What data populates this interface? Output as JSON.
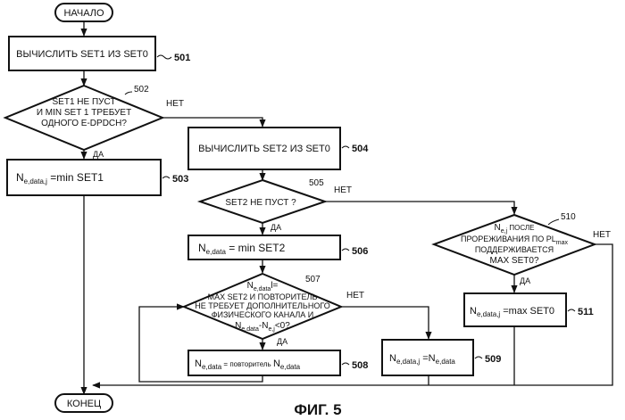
{
  "start_label": "НАЧАЛО",
  "end_label": "КОНЕЦ",
  "figure_caption": "ФИГ. 5",
  "boxes": {
    "b501": {
      "text": "ВЫЧИСЛИТЬ SET1 ИЗ SET0",
      "ref": "501"
    },
    "b503": {
      "main": "N",
      "sub": "e,data,j",
      "rest": " =min SET1",
      "ref": "503"
    },
    "b504": {
      "text": "ВЫЧИСЛИТЬ SET2 ИЗ SET0",
      "ref": "504"
    },
    "b506": {
      "main": "N",
      "sub": "e,data",
      "rest": " = min SET2",
      "ref": "506"
    },
    "b508": {
      "main": "N",
      "sub": "e,data",
      "mid": "  = повторитель  ",
      "main2": "N",
      "sub2": "e,data",
      "ref": "508"
    },
    "b509": {
      "main": "N",
      "sub": "e,data,j",
      "rest": " =N",
      "sub2": "e,data",
      "ref": "509"
    },
    "b511": {
      "main": "N",
      "sub": "e,data,j",
      "rest": " =max SET0",
      "ref": "511"
    }
  },
  "decisions": {
    "d502": {
      "lines": [
        "SET1 НЕ ПУСТ",
        "И MIN SET 1 ТРЕБУЕТ",
        "ОДНОГО E-DPDCH?"
      ],
      "ref": "502",
      "no": "НЕТ",
      "yes": "ДА"
    },
    "d505": {
      "text": "SET2 НЕ ПУСТ   ?",
      "ref": "505",
      "no": "НЕТ",
      "yes": "ДА"
    },
    "d507": {
      "top_main": "N",
      "top_sub": "e,data",
      "top_rest": "l=",
      "lines": [
        "MAX SET2 И ПОВТОРИТЕЛЬ",
        "НЕ ТРЕБУЕТ ДОПОЛНИТЕЛЬНОГО",
        "ФИЗИЧЕСКОГО КАНАЛА  И"
      ],
      "last_main": "N",
      "last_sub": "e,data",
      "last_mid": "-N",
      "last_sub2": "e,j",
      "last_rest": "<0?",
      "ref": "507",
      "no": "НЕТ",
      "yes": "ДА"
    },
    "d510": {
      "top_main": "N",
      "top_sub": "e,j",
      "top_rest": "  ПОСЛЕ",
      "line2_text": "ПРОРЕЖИВАНИЯ ПО PL",
      "line2_sub": "max",
      "line3": "ПОДДЕРЖИВАЕТСЯ",
      "line4": "MAX SET0?",
      "ref": "510",
      "no": "НЕТ",
      "yes": "ДА"
    }
  }
}
